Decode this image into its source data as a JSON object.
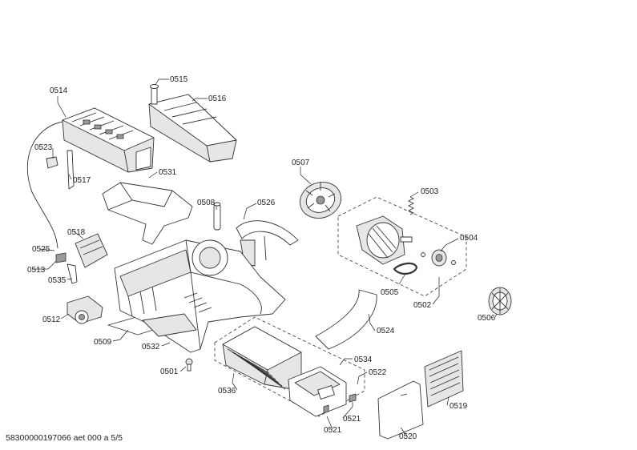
{
  "labels": [
    {
      "id": "l0514",
      "text": "0514"
    },
    {
      "id": "l0515",
      "text": "0515"
    },
    {
      "id": "l0516",
      "text": "0516"
    },
    {
      "id": "l0523",
      "text": "0523"
    },
    {
      "id": "l0517",
      "text": "0517"
    },
    {
      "id": "l0531",
      "text": "0531"
    },
    {
      "id": "l0507",
      "text": "0507"
    },
    {
      "id": "l0503",
      "text": "0503"
    },
    {
      "id": "l0508",
      "text": "0508"
    },
    {
      "id": "l0526",
      "text": "0526"
    },
    {
      "id": "l0504",
      "text": "0504"
    },
    {
      "id": "l0518",
      "text": "0518"
    },
    {
      "id": "l0525",
      "text": "0525"
    },
    {
      "id": "l0513",
      "text": "0513"
    },
    {
      "id": "l0535",
      "text": "0535"
    },
    {
      "id": "l0505",
      "text": "0505"
    },
    {
      "id": "l0502",
      "text": "0502"
    },
    {
      "id": "l0512",
      "text": "0512"
    },
    {
      "id": "l0506",
      "text": "0506"
    },
    {
      "id": "l0524",
      "text": "0524"
    },
    {
      "id": "l0509",
      "text": "0509"
    },
    {
      "id": "l0532",
      "text": "0532"
    },
    {
      "id": "l0534",
      "text": "0534"
    },
    {
      "id": "l0501",
      "text": "0501"
    },
    {
      "id": "l0522",
      "text": "0522"
    },
    {
      "id": "l0536",
      "text": "0536"
    },
    {
      "id": "l0519",
      "text": "0519"
    },
    {
      "id": "l0521a",
      "text": "0521"
    },
    {
      "id": "l0521b",
      "text": "0521"
    },
    {
      "id": "l0520",
      "text": "0520"
    }
  ],
  "footer": {
    "text": "58300000197066 aet 000 a 5/5"
  }
}
